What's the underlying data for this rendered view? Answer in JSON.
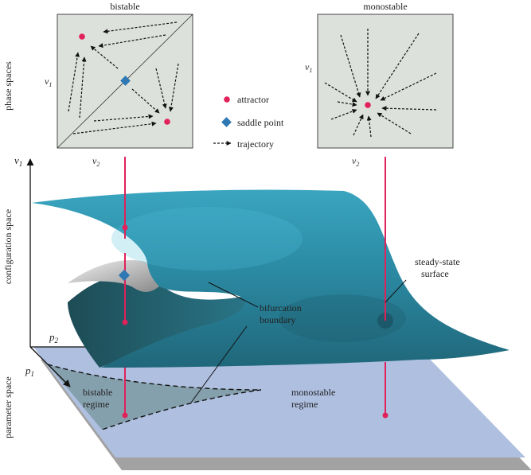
{
  "phase_panels": {
    "left_title": "bistable",
    "right_title": "monostable",
    "left_axis_y": "v1",
    "left_axis_x": "v2",
    "right_axis_y": "v1",
    "right_axis_x": "v2"
  },
  "legend": {
    "attractor": "attractor",
    "saddle": "saddle point",
    "trajectory": "trajectory"
  },
  "side_labels": {
    "phase": "phase spaces",
    "config": "configuration space",
    "param": "parameter space"
  },
  "axes": {
    "v1": "v1",
    "p2": "p2",
    "p1": "p1"
  },
  "annotations": {
    "bifurcation": [
      "bifurcation",
      "boundary"
    ],
    "surface": [
      "steady-state",
      "surface"
    ],
    "bistable_regime": [
      "bistable",
      "regime"
    ],
    "monostable_regime": [
      "monostable",
      "regime"
    ]
  },
  "colors": {
    "attractor": "#e0215a",
    "saddle": "#2e78b4",
    "surface": "#2e8fa8",
    "surface_dark": "#1d5f70",
    "parameter_plane": "#aebfe0",
    "phase_bg": "#dde1dc",
    "line_red": "#e0215a"
  }
}
